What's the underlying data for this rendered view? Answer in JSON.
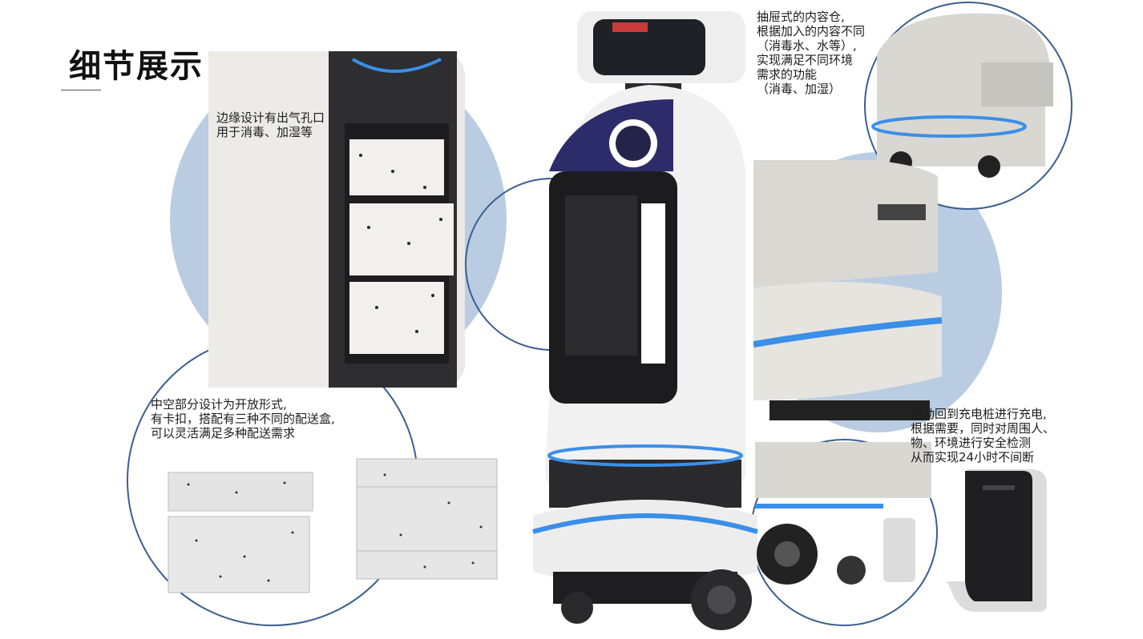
{
  "title": "细节展示",
  "notes": {
    "vent": [
      "边缘设计有出气孔口",
      "用于消毒、加湿等"
    ],
    "drawer": [
      "抽屉式的内容仓,",
      "根据加入的内容不同",
      "（消毒水、水等）,",
      "实现满足不同环境",
      "需求的功能",
      "（消毒、加湿）"
    ],
    "open": [
      "中空部分设计为开放形式,",
      "有卡扣，搭配有三种不同的配送盒,",
      "可以灵活满足多种配送需求"
    ],
    "charge": [
      "自动回到充电桩进行充电,",
      "根据需要，同时对周围人、",
      "物、环境进行安全检测",
      "从而实现24小时不间断"
    ]
  },
  "colors": {
    "accent_blue": "#3a8fe8",
    "circle_fill": "#b9cce2",
    "circle_stroke": "#3a5f8f",
    "robot_navy": "#2d2c6b"
  }
}
